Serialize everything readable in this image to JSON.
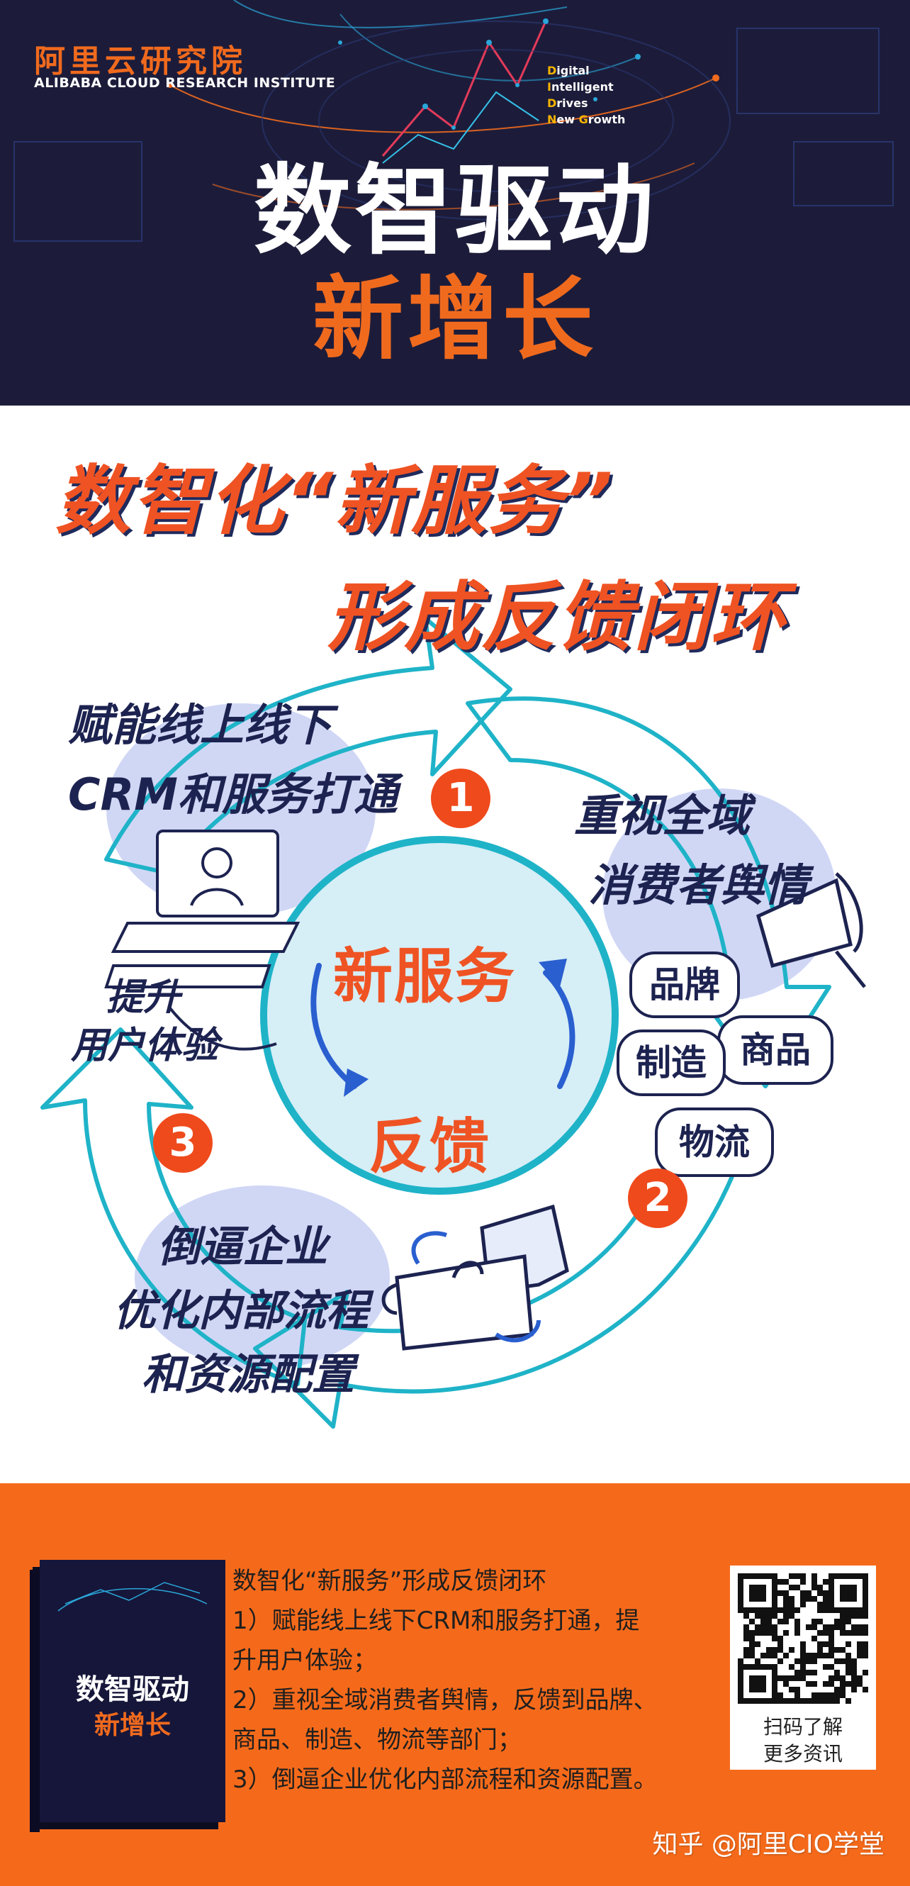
{
  "header": {
    "brand_cn": "阿里云研究院",
    "brand_en": "ALIBABA CLOUD RESEARCH INSTITUTE",
    "tagline": [
      {
        "cap": "D",
        "rest": "igital"
      },
      {
        "cap": "I",
        "rest": "ntelligent"
      },
      {
        "cap": "D",
        "rest": "rives"
      },
      {
        "cap": "N",
        "rest": "ew ",
        "cap2": "G",
        "rest2": "rowth"
      }
    ],
    "title_line1": "数智驱动",
    "title_line2": "新增长"
  },
  "illustration": {
    "heading_line1": "数智化“新服务”",
    "heading_line2": "形成反馈闭环",
    "step1_line1": "赋能线上线下",
    "step1_line2": "CRM和服务打通",
    "step1_sub_line1": "提升",
    "step1_sub_line2": "用户体验",
    "step2_line1": "重视全域",
    "step2_line2": "消费者舆情",
    "step2_tags": [
      "品牌",
      "商品",
      "制造",
      "物流"
    ],
    "step3_line1": "倒逼企业",
    "step3_line2": "优化内部流程",
    "step3_line3": "和资源配置",
    "center_top": "新服务",
    "center_bottom": "反馈",
    "numbers": [
      "1",
      "2",
      "3"
    ]
  },
  "footer": {
    "book_title_line1": "数智驱动",
    "book_title_line2": "新增长",
    "caption": [
      "数智化“新服务”形成反馈闭环",
      "1）赋能线上线下CRM和服务打通，提",
      "升用户体验；",
      "2）重视全域消费者舆情，反馈到品牌、",
      "商品、制造、物流等部门；",
      "3）倒逼企业优化内部流程和资源配置。"
    ],
    "qr_line1": "扫码了解",
    "qr_line2": "更多资讯",
    "watermark": "知乎 @阿里CIO学堂"
  },
  "colors": {
    "header_bg": "#1c1c3a",
    "accent_orange": "#f06a1e",
    "arrow_teal": "#1fb3c8",
    "ink_navy": "#1d2350",
    "footer_bg": "#f56a1a"
  }
}
